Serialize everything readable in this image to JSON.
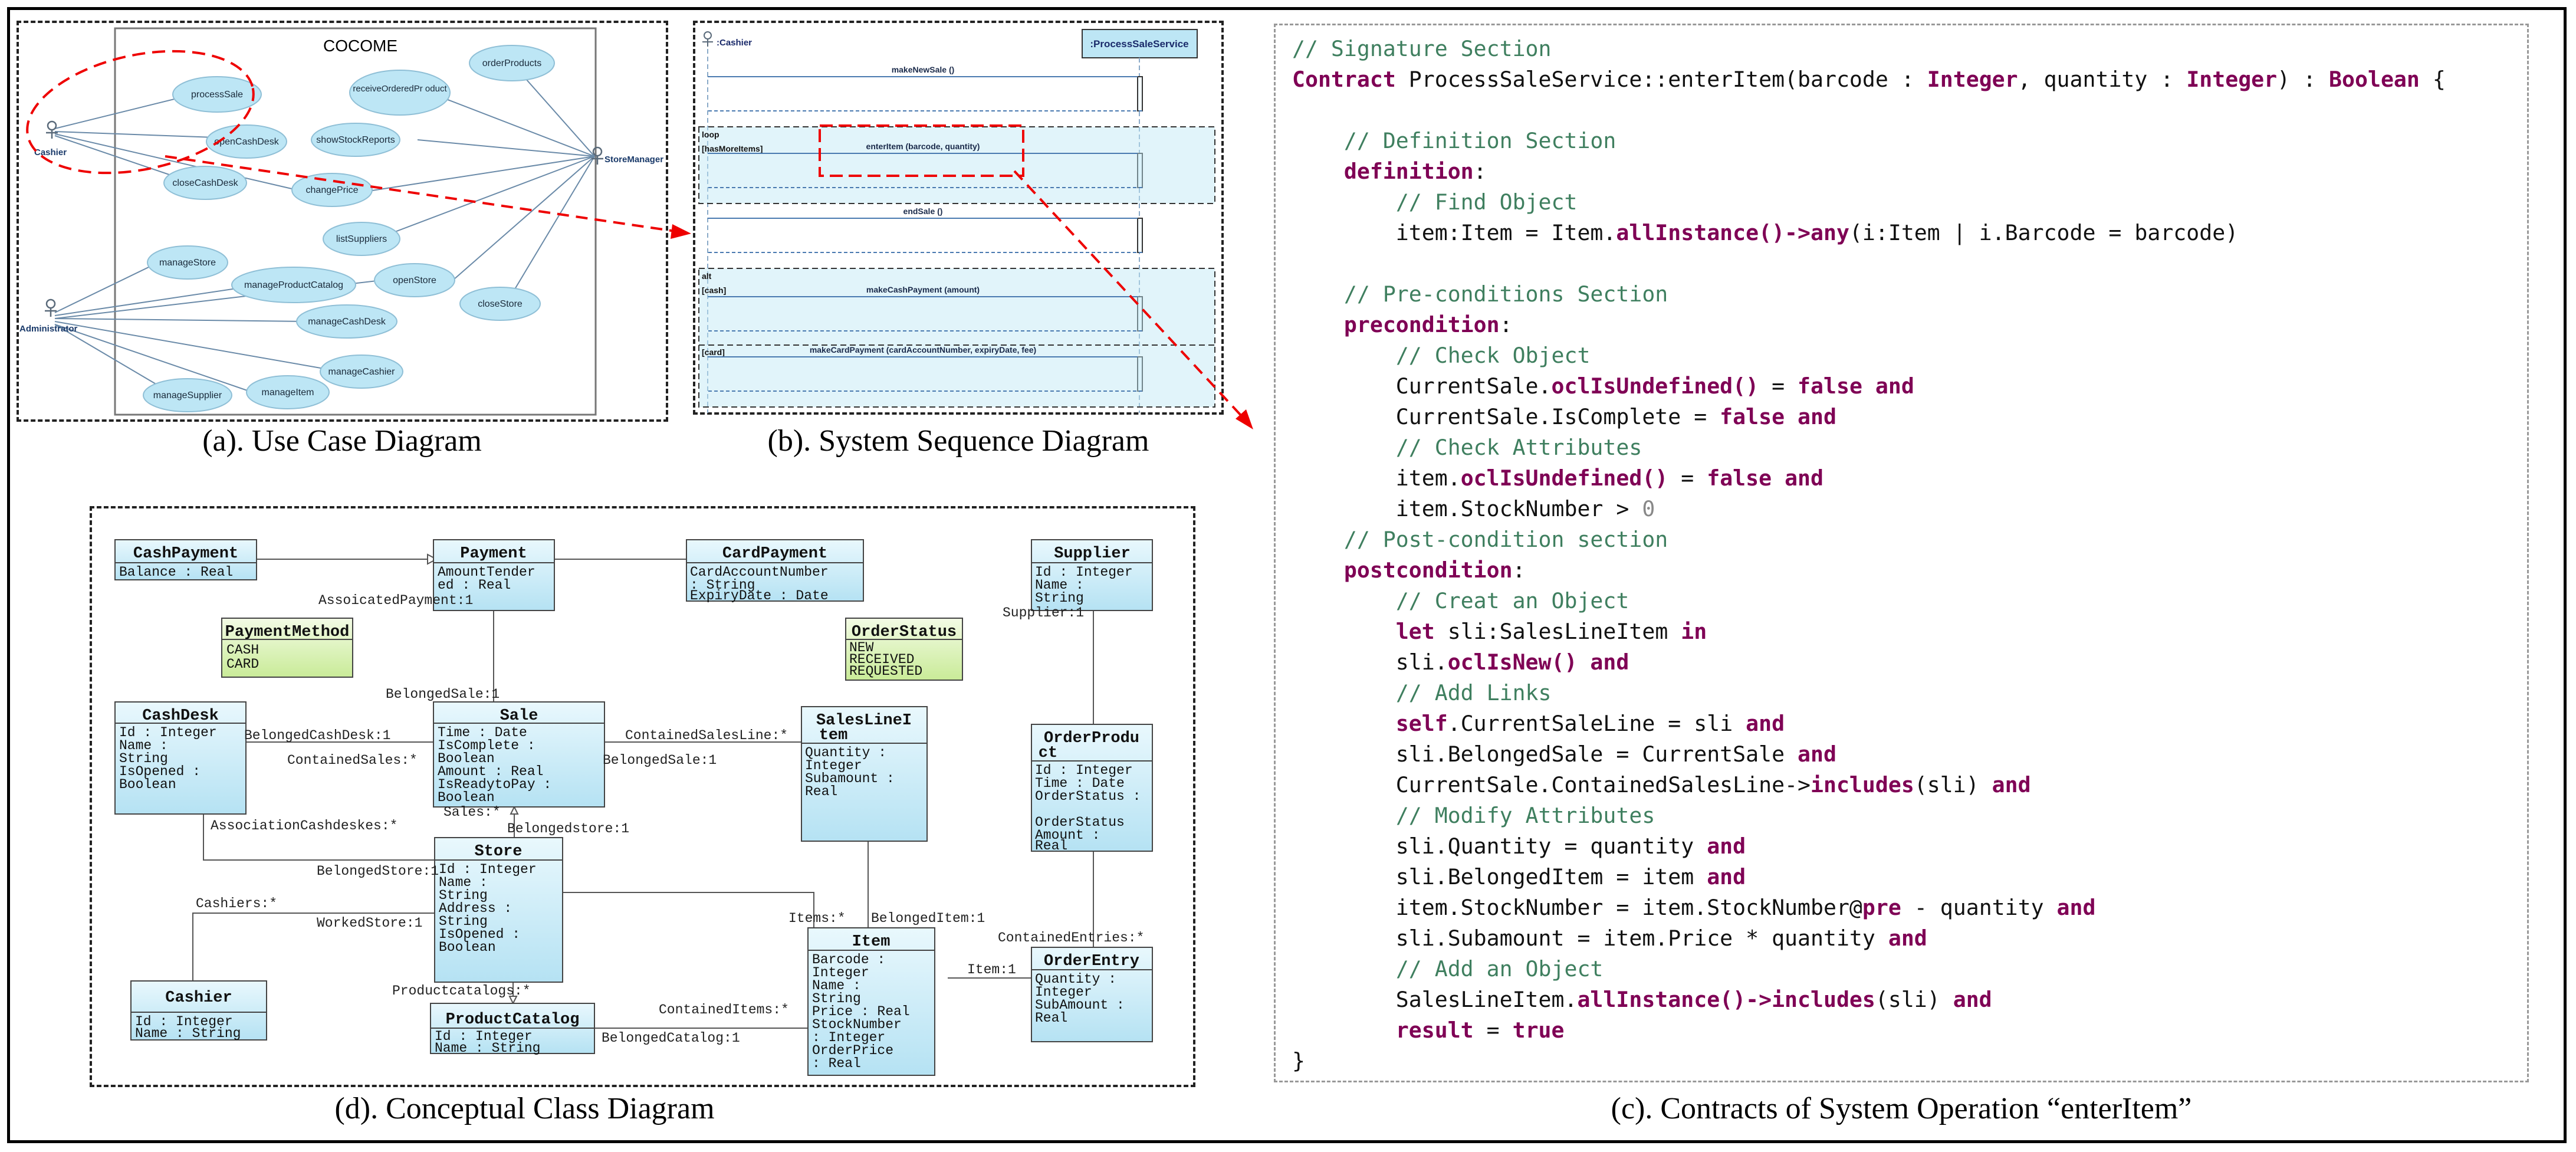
{
  "captions": {
    "a": "(a). Use Case Diagram",
    "b": "(b). System Sequence Diagram",
    "c": "(c). Contracts of System Operation “enterItem”",
    "d": "(d). Conceptual Class Diagram"
  },
  "use_case": {
    "system": "COCOME",
    "actors": [
      "Cashier",
      "StoreManager",
      "Administrator"
    ],
    "use_cases": [
      "orderProducts",
      "processSale",
      "receiveOrderedPr oduct",
      "openCashDesk",
      "showStockReports",
      "closeCashDesk",
      "changePrice",
      "listSuppliers",
      "manageStore",
      "manageProductCatalog",
      "openStore",
      "closeStore",
      "manageCashDesk",
      "manageCashier",
      "manageSupplier",
      "manageItem"
    ]
  },
  "sequence": {
    "actor": ":Cashier",
    "system": ":ProcessSaleService",
    "messages": [
      "makeNewSale ()",
      "enterItem (barcode, quantity)",
      "endSale ()",
      "makeCashPayment (amount)",
      "makeCardPayment (cardAccountNumber, expiryDate, fee)"
    ],
    "fragments": [
      {
        "op": "loop",
        "guard": "[hasMoreItems]"
      },
      {
        "op": "alt",
        "guards": [
          "[cash]",
          "[card]"
        ]
      }
    ]
  },
  "classes": {
    "CashPayment": {
      "name": "CashPayment",
      "attrs": [
        "Balance : Real"
      ]
    },
    "Payment": {
      "name": "Payment",
      "attrs": [
        "AmountTender",
        "ed : Real"
      ]
    },
    "CardPayment": {
      "name": "CardPayment",
      "attrs": [
        "CardAccountNumber",
        ": String",
        "ExpiryDate : Date"
      ]
    },
    "Supplier": {
      "name": "Supplier",
      "attrs": [
        "Id : Integer",
        "Name :",
        "String"
      ]
    },
    "PaymentMethod": {
      "name": "PaymentMethod",
      "attrs": [
        "CASH",
        "CARD"
      ]
    },
    "OrderStatus": {
      "name": "OrderStatus",
      "attrs": [
        "NEW",
        "RECEIVED",
        "REQUESTED"
      ]
    },
    "CashDesk": {
      "name": "CashDesk",
      "attrs": [
        "Id : Integer",
        "Name :",
        "String",
        "IsOpened :",
        "Boolean"
      ]
    },
    "Sale": {
      "name": "Sale",
      "attrs": [
        "Time : Date",
        "IsComplete :",
        "Boolean",
        "Amount : Real",
        "IsReadytoPay :",
        "Boolean"
      ]
    },
    "SalesLineItem": {
      "name1": "SalesLineI",
      "name2": "tem",
      "attrs": [
        "Quantity :",
        "Integer",
        "Subamount :",
        "Real"
      ]
    },
    "OrderProduct": {
      "name1": "OrderProdu",
      "name2": "ct",
      "attrs": [
        "Id : Integer",
        "Time : Date",
        "OrderStatus :",
        "",
        "OrderStatus",
        "Amount :",
        "Real"
      ]
    },
    "Store": {
      "name": "Store",
      "attrs": [
        "Id : Integer",
        "Name :",
        "String",
        "Address :",
        "String",
        "IsOpened :",
        "Boolean"
      ]
    },
    "Item": {
      "name": "Item",
      "attrs": [
        "Barcode :",
        "Integer",
        "Name :",
        "String",
        "Price : Real",
        "StockNumber",
        ": Integer",
        "OrderPrice",
        ": Real"
      ]
    },
    "OrderEntry": {
      "name": "OrderEntry",
      "attrs": [
        "Quantity :",
        "Integer",
        "SubAmount :",
        "Real"
      ]
    },
    "Cashier": {
      "name": "Cashier",
      "attrs": [
        "Id : Integer",
        "Name : String"
      ]
    },
    "ProductCatalog": {
      "name": "ProductCatalog",
      "attrs": [
        "Id : Integer",
        "Name : String"
      ]
    }
  },
  "roles": {
    "associated_payment": "AssoicatedPayment:1",
    "belonged_sale_1": "BelongedSale:1",
    "belonged_cashdesk": "BelongedCashDesk:1",
    "contained_sales": "ContainedSales:*",
    "contained_sales_line": "ContainedSalesLine:*",
    "belonged_sale_2": "BelongedSale:1",
    "supplier": "Supplier:1",
    "sales": "Sales:*",
    "belonged_store": "Belongedstore:1",
    "association_cashdeskes": "AssociationCashdeskes:*",
    "belonged_store_2": "BelongedStore:1",
    "cashiers": "Cashiers:*",
    "worked_store": "WorkedStore:1",
    "items": "Items:*",
    "belonged_item": "BelongedItem:1",
    "contained_entries": "ContainedEntries:*",
    "item_1": "Item:1",
    "product_catalogs": "Productcatalogs:*",
    "contained_items": "ContainedItems:*",
    "belonged_catalog": "BelongedCatalog:1"
  },
  "code": [
    [
      [
        "cmt",
        "// Signature Section"
      ]
    ],
    [
      [
        "kw",
        "Contract"
      ],
      [
        "",
        " ProcessSaleService::enterItem(barcode : "
      ],
      [
        "kw",
        "Integer"
      ],
      [
        "",
        ", quantity : "
      ],
      [
        "kw",
        "Integer"
      ],
      [
        "",
        ") : "
      ],
      [
        "kw",
        "Boolean"
      ],
      [
        "",
        " {"
      ]
    ],
    [],
    [
      [
        "",
        "    "
      ],
      [
        "cmt",
        "// Definition Section"
      ]
    ],
    [
      [
        "",
        "    "
      ],
      [
        "kw",
        "definition"
      ],
      [
        "",
        ":"
      ]
    ],
    [
      [
        "",
        "        "
      ],
      [
        "cmt",
        "// Find Object"
      ]
    ],
    [
      [
        "",
        "        item:Item = Item."
      ],
      [
        "kw",
        "allInstance()->any"
      ],
      [
        "",
        "(i:Item | i.Barcode = barcode)"
      ]
    ],
    [],
    [
      [
        "",
        "    "
      ],
      [
        "cmt",
        "// Pre-conditions Section"
      ]
    ],
    [
      [
        "",
        "    "
      ],
      [
        "kw",
        "precondition"
      ],
      [
        "",
        ":"
      ]
    ],
    [
      [
        "",
        "        "
      ],
      [
        "cmt",
        "// Check Object"
      ]
    ],
    [
      [
        "",
        "        CurrentSale."
      ],
      [
        "kw",
        "oclIsUndefined()"
      ],
      [
        "",
        " = "
      ],
      [
        "kw",
        "false and"
      ]
    ],
    [
      [
        "",
        "        CurrentSale.IsComplete = "
      ],
      [
        "kw",
        "false and"
      ]
    ],
    [
      [
        "",
        "        "
      ],
      [
        "cmt",
        "// Check Attributes"
      ]
    ],
    [
      [
        "",
        "        item."
      ],
      [
        "kw",
        "oclIsUndefined()"
      ],
      [
        "",
        " = "
      ],
      [
        "kw",
        "false and"
      ]
    ],
    [
      [
        "",
        "        item.StockNumber > "
      ],
      [
        "num",
        "0"
      ]
    ],
    [
      [
        "",
        "    "
      ],
      [
        "cmt",
        "// Post-condition section"
      ]
    ],
    [
      [
        "",
        "    "
      ],
      [
        "kw",
        "postcondition"
      ],
      [
        "",
        ":"
      ]
    ],
    [
      [
        "",
        "        "
      ],
      [
        "cmt",
        "// Creat an Object"
      ]
    ],
    [
      [
        "",
        "        "
      ],
      [
        "kw",
        "let"
      ],
      [
        "",
        " sli:SalesLineItem "
      ],
      [
        "kw",
        "in"
      ]
    ],
    [
      [
        "",
        "        sli."
      ],
      [
        "kw",
        "oclIsNew() and"
      ]
    ],
    [
      [
        "",
        "        "
      ],
      [
        "cmt",
        "// Add Links"
      ]
    ],
    [
      [
        "",
        "        "
      ],
      [
        "kw",
        "self"
      ],
      [
        "",
        ".CurrentSaleLine = sli "
      ],
      [
        "kw",
        "and"
      ]
    ],
    [
      [
        "",
        "        sli.BelongedSale = CurrentSale "
      ],
      [
        "kw",
        "and"
      ]
    ],
    [
      [
        "",
        "        CurrentSale.ContainedSalesLine->"
      ],
      [
        "kw",
        "includes"
      ],
      [
        "",
        "(sli) "
      ],
      [
        "kw",
        "and"
      ]
    ],
    [
      [
        "",
        "        "
      ],
      [
        "cmt",
        "// Modify Attributes"
      ]
    ],
    [
      [
        "",
        "        sli.Quantity = quantity "
      ],
      [
        "kw",
        "and"
      ]
    ],
    [
      [
        "",
        "        sli.BelongedItem = item "
      ],
      [
        "kw",
        "and"
      ]
    ],
    [
      [
        "",
        "        item.StockNumber = item.StockNumber@"
      ],
      [
        "kw",
        "pre"
      ],
      [
        "",
        " - quantity "
      ],
      [
        "kw",
        "and"
      ]
    ],
    [
      [
        "",
        "        sli.Subamount = item.Price * quantity "
      ],
      [
        "kw",
        "and"
      ]
    ],
    [
      [
        "",
        "        "
      ],
      [
        "cmt",
        "// Add an Object"
      ]
    ],
    [
      [
        "",
        "        SalesLineItem."
      ],
      [
        "kw",
        "allInstance()->includes"
      ],
      [
        "",
        "(sli) "
      ],
      [
        "kw",
        "and"
      ]
    ],
    [
      [
        "",
        "        "
      ],
      [
        "kw",
        "result"
      ],
      [
        "",
        " = "
      ],
      [
        "kw",
        "true"
      ]
    ],
    [
      [
        "",
        "}"
      ]
    ]
  ]
}
